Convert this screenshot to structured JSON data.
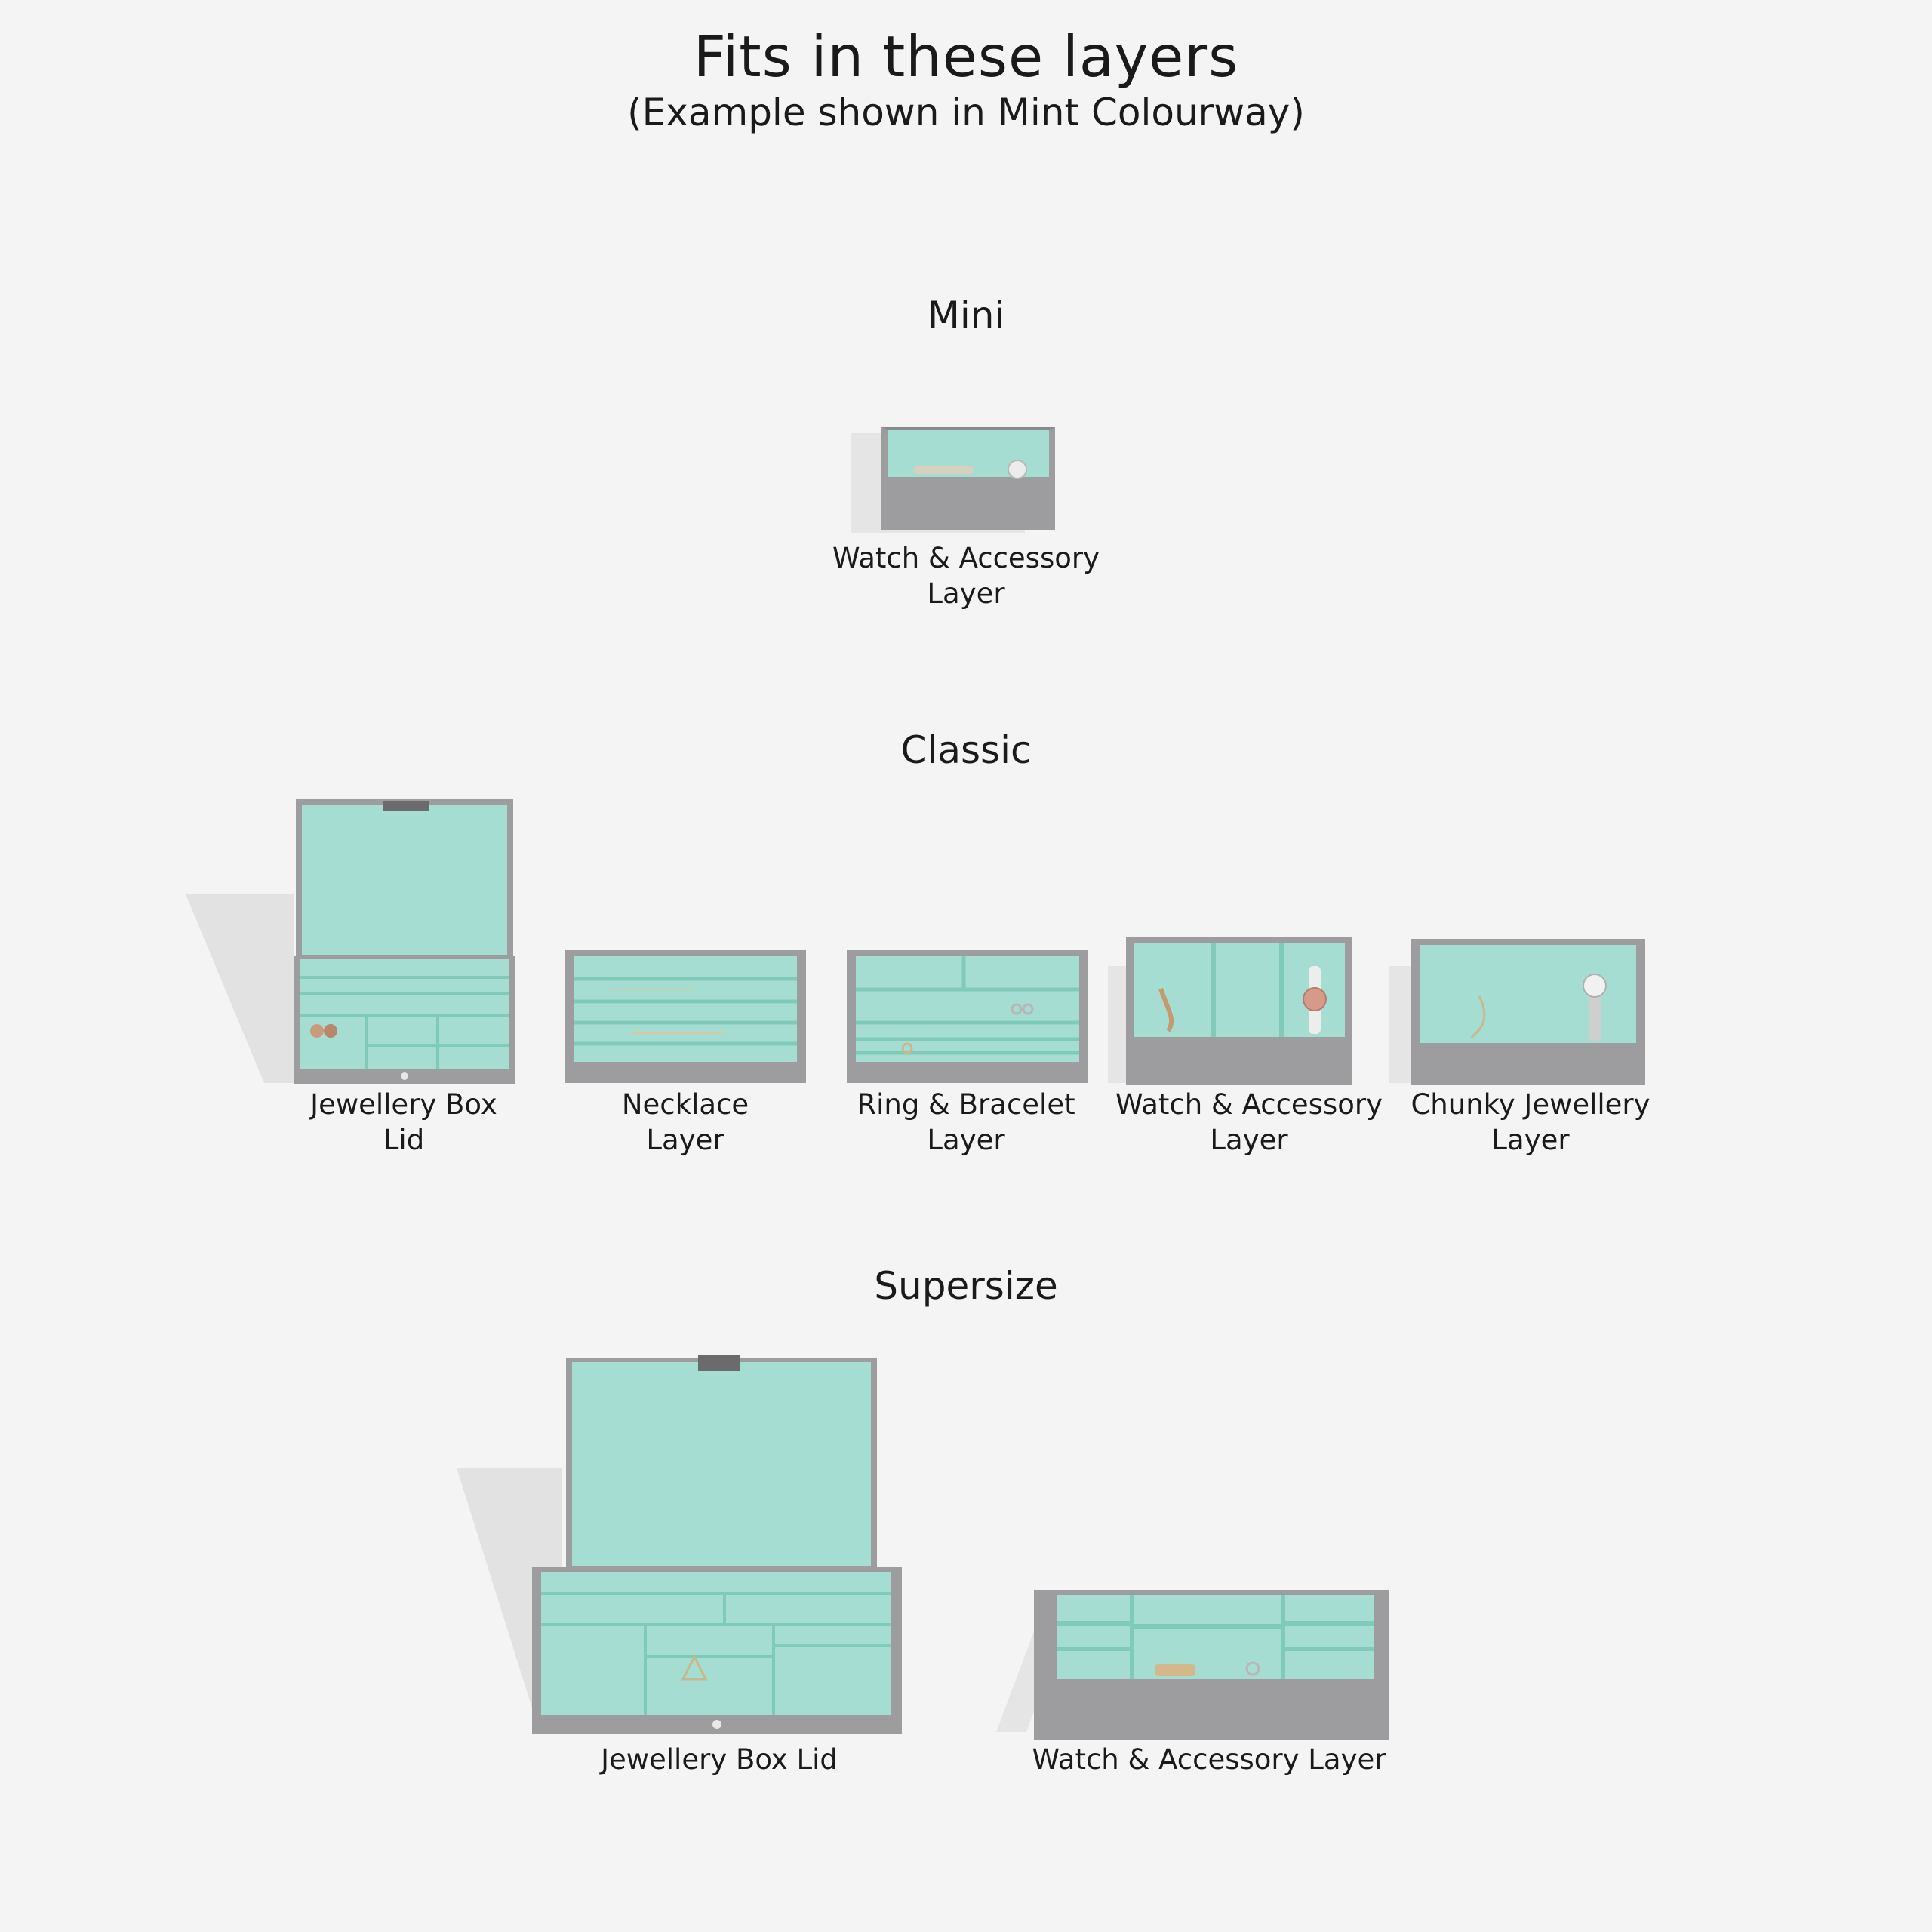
{
  "title": "Fits in these layers",
  "subtitle": "(Example shown in Mint Colourway)",
  "colors": {
    "background": "#f4f4f4",
    "box_grey": "#9d9d9f",
    "box_grey_dark": "#8a8a8c",
    "mint": "#a5ddd2",
    "mint_dark": "#7fcab9"
  },
  "sections": {
    "mini": {
      "title": "Mini",
      "items": [
        {
          "label": "Watch & Accessory\nLayer",
          "image": "mini-watch-accessory-layer-image"
        }
      ]
    },
    "classic": {
      "title": "Classic",
      "items": [
        {
          "label": "Jewellery Box\nLid",
          "image": "classic-jewellery-box-lid-image"
        },
        {
          "label": "Necklace\nLayer",
          "image": "classic-necklace-layer-image"
        },
        {
          "label": "Ring & Bracelet\nLayer",
          "image": "classic-ring-bracelet-layer-image"
        },
        {
          "label": "Watch & Accessory\nLayer",
          "image": "classic-watch-accessory-layer-image"
        },
        {
          "label": "Chunky Jewellery\nLayer",
          "image": "classic-chunky-jewellery-layer-image"
        }
      ]
    },
    "supersize": {
      "title": "Supersize",
      "items": [
        {
          "label": "Jewellery Box Lid",
          "image": "supersize-jewellery-box-lid-image"
        },
        {
          "label": "Watch & Accessory Layer",
          "image": "supersize-watch-accessory-layer-image"
        }
      ]
    }
  }
}
